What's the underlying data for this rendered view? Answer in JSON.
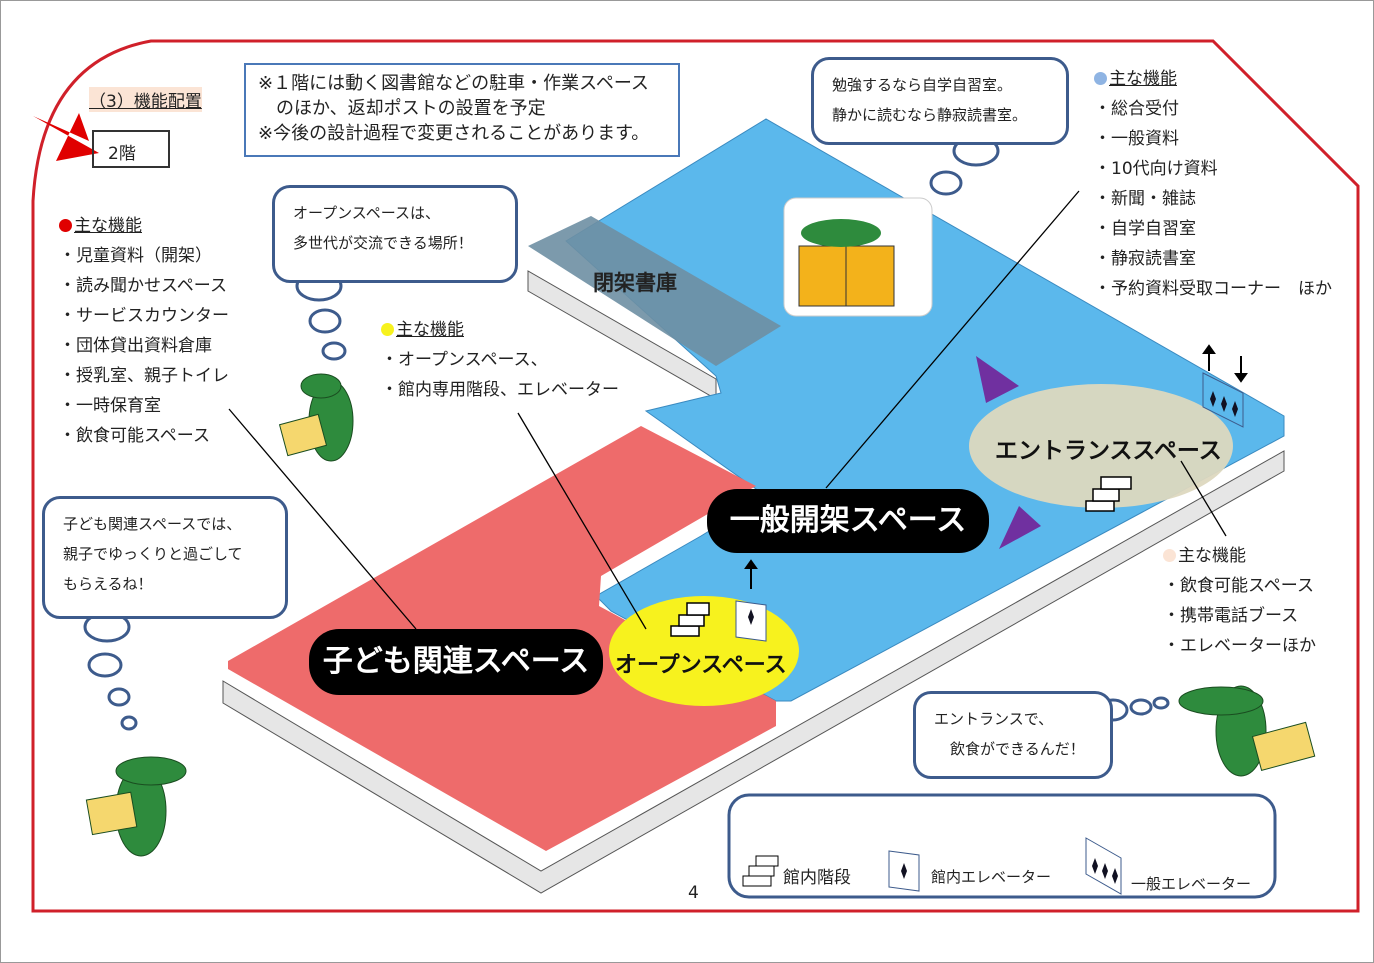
{
  "section_title": "（3）機能配置",
  "floor_label": "2階",
  "note": [
    "※１階には動く図書館などの駐車・作業スペース",
    "　のほか、返却ポストの設置を予定",
    "※今後の設計過程で変更されることがあります。"
  ],
  "bubbles": {
    "open_space": [
      "オープンスペースは、",
      "多世代が交流できる場所！"
    ],
    "study": [
      "勉強するなら自学自習室。",
      "静かに読むなら静寂読書室。"
    ],
    "children": [
      "子ども関連スペースでは、",
      "親子でゆっくりと過ごして",
      "もらえるね！"
    ],
    "entrance": [
      "エントランスで、",
      "飲食ができるんだ！"
    ]
  },
  "red_functions": {
    "title": "主な機能",
    "items": [
      "・児童資料（開架）",
      "・読み聞かせスペース",
      "・サービスカウンター",
      "・団体貸出資料倉庫",
      "・授乳室、親子トイレ",
      "・一時保育室",
      "・飲食可能スペース"
    ]
  },
  "yellow_functions": {
    "title": "主な機能",
    "items": [
      "・オープンスペース、",
      "・館内専用階段、エレベーター"
    ]
  },
  "blue_functions": {
    "title": "主な機能",
    "items": [
      "・総合受付",
      "・一般資料",
      "・10代向け資料",
      "・新聞・雑誌",
      "・自学自習室",
      "・静寂読書室",
      "・予約資料受取コーナー　ほか"
    ]
  },
  "beige_functions": {
    "title": "主な機能",
    "items": [
      "・飲食可能スペース",
      "・携帯電話ブース",
      "・エレベーターほか"
    ]
  },
  "areas": {
    "closed_stacks": "閉架書庫",
    "general": "一般開架スペース",
    "children": "子ども関連スペース",
    "open": "オープンスペース",
    "entrance": "エントランススペース"
  },
  "legend": {
    "stairs": "館内階段",
    "internal_elevator": "館内エレベーター",
    "general_elevator": "一般エレベーター"
  },
  "page_number": "4",
  "colors": {
    "red": "#ee6b6b",
    "blue": "#5bb8ec",
    "yellow": "#f7f21e",
    "beige": "#ddd8bf",
    "frame": "#d0202a",
    "bubble_border": "#3d5b8c"
  }
}
